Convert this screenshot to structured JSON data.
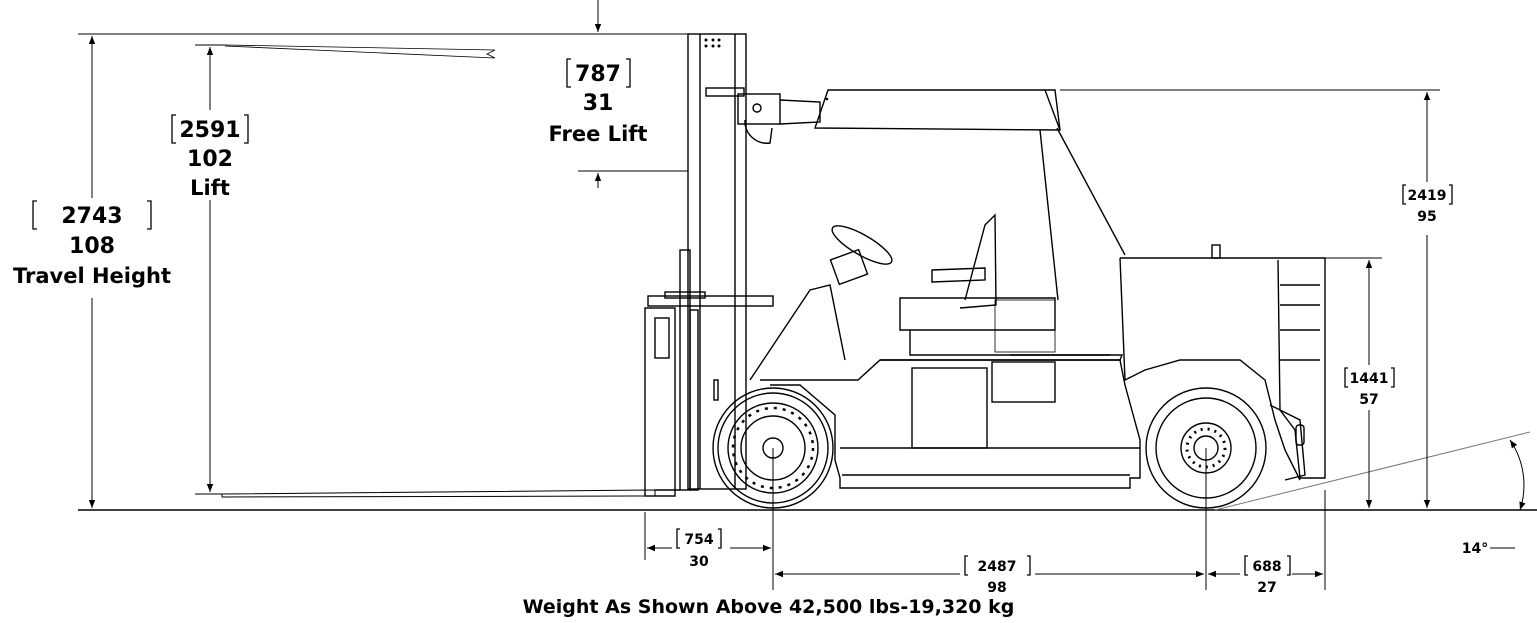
{
  "dimensions": {
    "travel_height": {
      "metric": "2743",
      "imperial": "108",
      "label": "Travel Height"
    },
    "lift": {
      "metric": "2591",
      "imperial": "102",
      "label": "Lift"
    },
    "free_lift": {
      "metric": "787",
      "imperial": "31",
      "label": "Free Lift"
    },
    "overhead_guard_height": {
      "metric": "2419",
      "imperial": "95"
    },
    "hood_height": {
      "metric": "1441",
      "imperial": "57"
    },
    "front_overhang": {
      "metric": "754",
      "imperial": "30"
    },
    "wheelbase": {
      "metric": "2487",
      "imperial": "98"
    },
    "rear_overhang": {
      "metric": "688",
      "imperial": "27"
    },
    "departure_angle": "14°"
  },
  "caption": "Weight As Shown Above 42,500 lbs-19,320 kg"
}
